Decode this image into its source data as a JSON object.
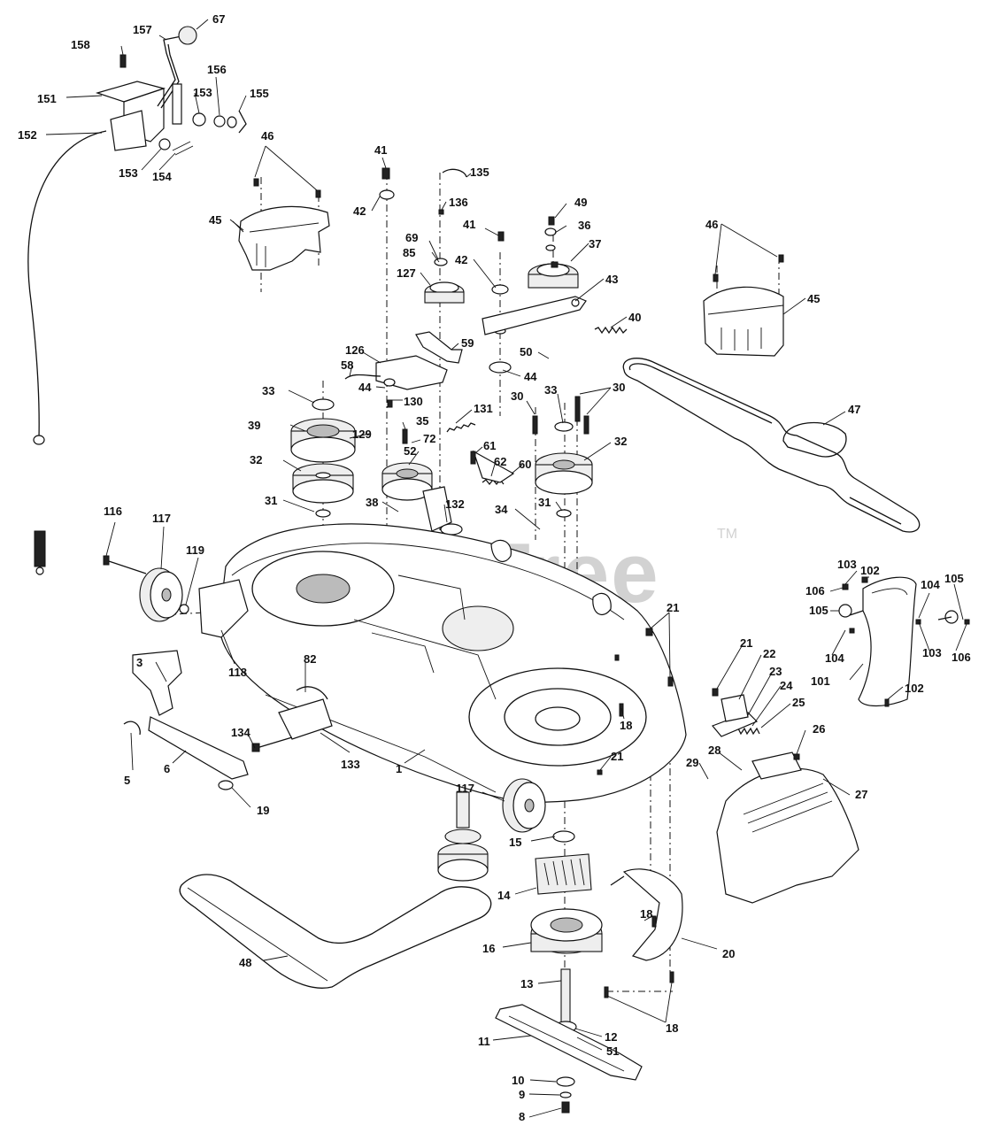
{
  "watermark": {
    "text": "PartsTree",
    "trademark": "TM"
  },
  "part_callouts": [
    "158",
    "157",
    "67",
    "151",
    "156",
    "153",
    "155",
    "152",
    "153",
    "154",
    "46",
    "41",
    "135",
    "136",
    "42",
    "49",
    "36",
    "69",
    "85",
    "41",
    "37",
    "42",
    "127",
    "43",
    "40",
    "45",
    "46",
    "45",
    "59",
    "126",
    "58",
    "50",
    "44",
    "33",
    "44",
    "130",
    "131",
    "30",
    "33",
    "30",
    "47",
    "39",
    "129",
    "35",
    "72",
    "52",
    "61",
    "62",
    "60",
    "32",
    "32",
    "31",
    "38",
    "132",
    "34",
    "31",
    "116",
    "117",
    "119",
    "103",
    "102",
    "104",
    "105",
    "106",
    "105",
    "104",
    "103",
    "106",
    "101",
    "102",
    "21",
    "118",
    "21",
    "22",
    "23",
    "24",
    "25",
    "82",
    "18",
    "3",
    "134",
    "133",
    "1",
    "26",
    "29",
    "28",
    "27",
    "21",
    "5",
    "6",
    "19",
    "117",
    "15",
    "14",
    "18",
    "20",
    "16",
    "48",
    "13",
    "12",
    "11",
    "51",
    "18",
    "10",
    "9",
    "8"
  ]
}
